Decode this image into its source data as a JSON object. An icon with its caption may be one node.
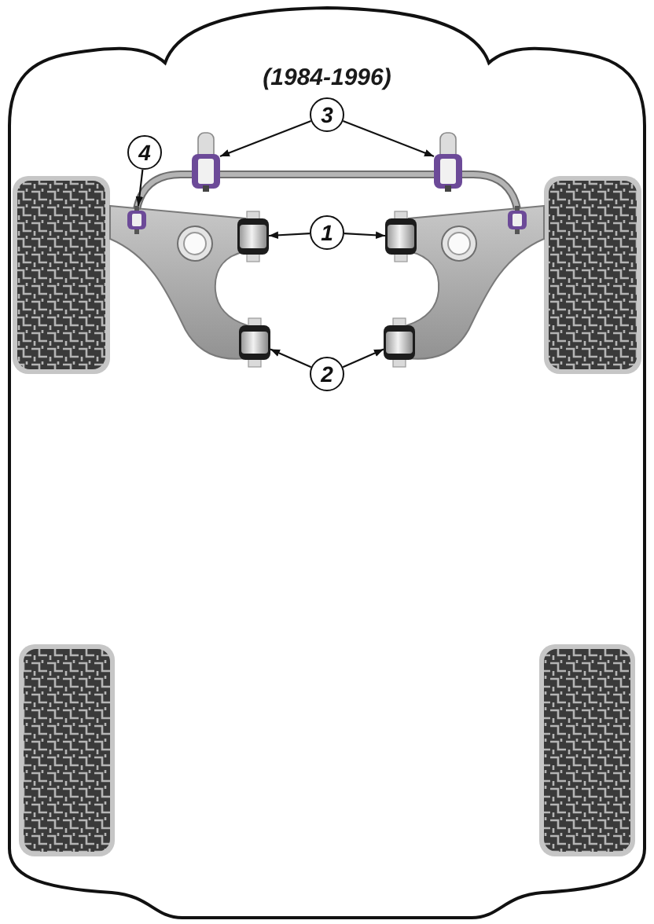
{
  "diagram": {
    "title": "(1984-1996)",
    "nodes": [
      {
        "text": [
          "3"
        ]
      },
      {
        "text": [
          "4"
        ]
      },
      {
        "text": [
          "1"
        ]
      },
      {
        "text": [
          "2"
        ]
      },
      {
        "text": [],
        "shape": "cylinder"
      },
      {
        "text": [],
        "shape": "cylinder"
      },
      {
        "text": [],
        "shape": "cylinder"
      },
      {
        "text": [],
        "shape": "cylinder"
      },
      {
        "text": [],
        "shape": "cylinder"
      },
      {
        "text": [],
        "shape": "cylinder"
      },
      {
        "text": [],
        "shape": "cylinder"
      },
      {
        "text": [],
        "shape": "cylinder"
      }
    ],
    "edges": [
      {
        "from": 0,
        "to": 4,
        "arrow": "to"
      },
      {
        "from": 0,
        "to": 5,
        "arrow": "to"
      },
      {
        "from": 1,
        "to": 6,
        "arrow": "to"
      },
      {
        "from": 2,
        "to": 8,
        "arrow": "to"
      },
      {
        "from": 2,
        "to": 9,
        "arrow": "to"
      },
      {
        "from": 3,
        "to": 10,
        "arrow": "to"
      },
      {
        "from": 3,
        "to": 11,
        "arrow": "to"
      }
    ]
  }
}
